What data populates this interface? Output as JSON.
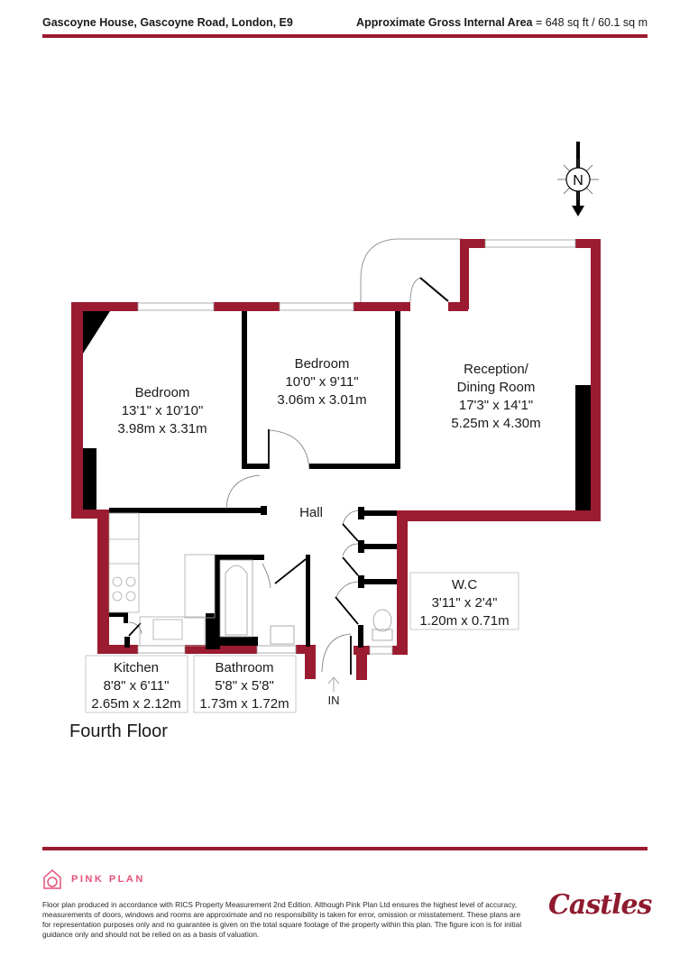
{
  "header": {
    "address": "Gascoyne House, Gascoyne Road, London, E9",
    "area_label": "Approximate Gross Internal Area",
    "area_value": " = 648 sq ft / 60.1 sq m"
  },
  "colors": {
    "brand_red": "#9b1b30",
    "wall_interior": "#000000",
    "pink_plan": "#e5537a"
  },
  "compass": {
    "label": "N",
    "icon": "north-arrow-icon"
  },
  "rooms": {
    "bedroom1": {
      "name": "Bedroom",
      "imperial": "13'1\" x 10'10\"",
      "metric": "3.98m x 3.31m"
    },
    "bedroom2": {
      "name": "Bedroom",
      "imperial": "10'0\" x 9'11\"",
      "metric": "3.06m x 3.01m"
    },
    "reception": {
      "name_line1": "Reception/",
      "name_line2": "Dining Room",
      "imperial": "17'3\" x 14'1\"",
      "metric": "5.25m x 4.30m"
    },
    "hall": {
      "name": "Hall"
    },
    "kitchen": {
      "name": "Kitchen",
      "imperial": "8'8\" x 6'11\"",
      "metric": "2.65m x 2.12m"
    },
    "bathroom": {
      "name": "Bathroom",
      "imperial": "5'8\" x 5'8\"",
      "metric": "1.73m x 1.72m"
    },
    "wc": {
      "name": "W.C",
      "imperial": "3'11\" x 2'4\"",
      "metric": "1.20m x 0.71m"
    }
  },
  "entrance": {
    "label": "IN"
  },
  "floor_name": "Fourth Floor",
  "footer": {
    "logo_text": "PINK PLAN",
    "disclaimer": "Floor plan produced in accordance with RICS Property Measurement 2nd Edition. Although Pink Plan Ltd ensures the highest level of accuracy, measurements of doors, windows and rooms are approximate and no responsibility is taken for error, omission or misstatement. These plans are for representation purposes only and no guarantee is given on the total square footage of the property within this plan. The figure icon is for initial guidance only and should not be relied on as a basis of valuation.",
    "agent_logo": "Castles"
  }
}
